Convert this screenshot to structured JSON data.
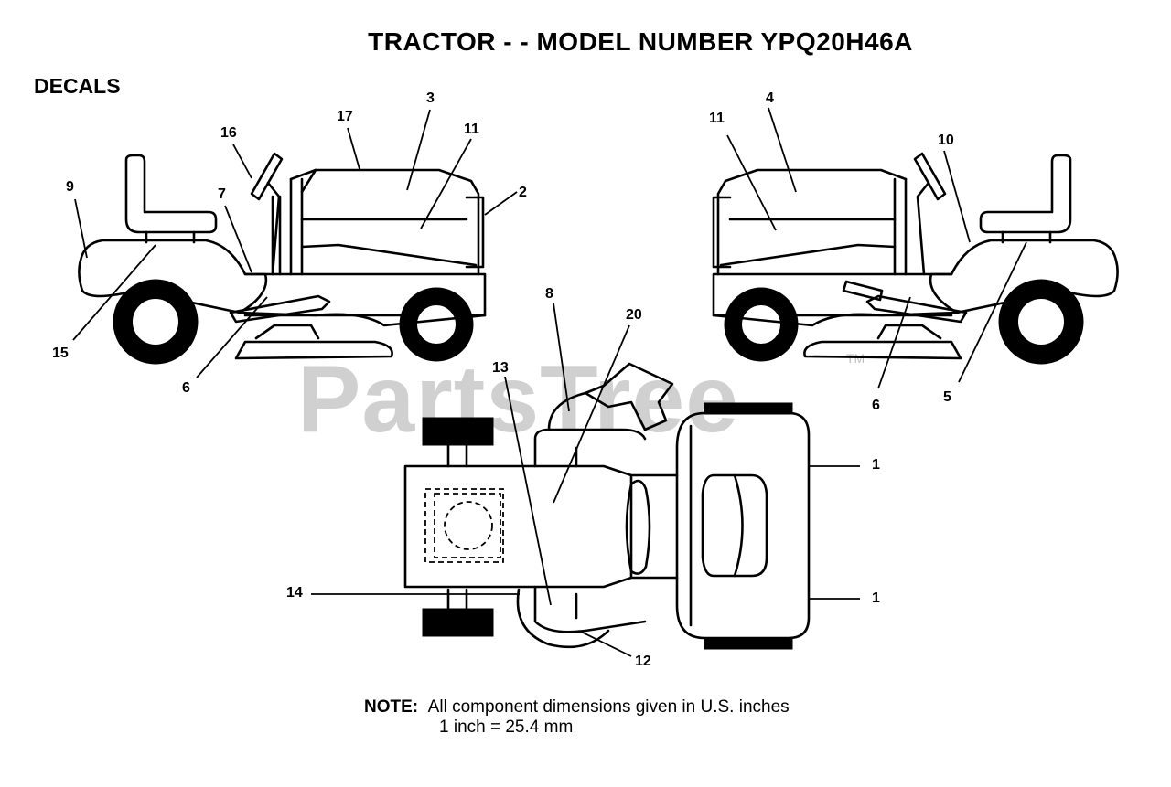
{
  "title": "TRACTOR - - MODEL NUMBER YPQ20H46A",
  "section_label": "DECALS",
  "watermark": "PartsTree",
  "watermark_tm": "TM",
  "note": {
    "label": "NOTE:",
    "line1": "All component dimensions given in U.S. inches",
    "line2": "1 inch = 25.4 mm"
  },
  "callouts": {
    "c3": "3",
    "c11a": "11",
    "c17": "17",
    "c16": "16",
    "c9": "9",
    "c7": "7",
    "c2": "2",
    "c15": "15",
    "c6a": "6",
    "c4": "4",
    "c11b": "11",
    "c10": "10",
    "c6b": "6",
    "c5": "5",
    "c8": "8",
    "c20": "20",
    "c13": "13",
    "c1a": "1",
    "c1b": "1",
    "c14": "14",
    "c12": "12"
  }
}
